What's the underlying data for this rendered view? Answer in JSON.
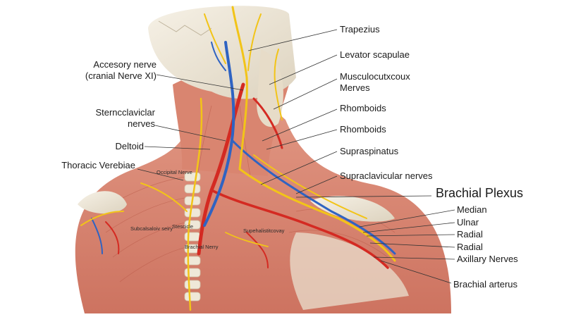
{
  "labels": {
    "trapezius": "Trapezius",
    "levator_scapulae": "Levator scapulae",
    "musculocutaneous_1": "Musculocutxcoux",
    "musculocutaneous_2": "Merves",
    "rhomboids_1": "Rhomboids",
    "rhomboids_2": "Rhomboids",
    "supraspinatus": "Supraspinatus",
    "supraclavicular_nerves": "Supraclavicular nerves",
    "brachial_plexus": "Brachial Plexus",
    "median": "Median",
    "ulnar": "Ulnar",
    "radial_1": "Radial",
    "radial_2": "Radial",
    "axillary_nerves": "Axillary Nerves",
    "brachial_arterus": "Brachial arterus",
    "accessory_nerve_1": "Accesory nerve",
    "accessory_nerve_2": "(cranial Nerve XI)",
    "sternoclavicular_1": "Sterncclaviclar",
    "sternoclavicular_2": "nerves",
    "deltoid": "Deltoid",
    "thoracic_vertebrae": "Thoracic Verebiae"
  },
  "inline_labels": {
    "occipital_nerve": "Occipital Nerve",
    "stescicle": "Stescicle",
    "suboccipital": "Subcalsaloiv seiry",
    "supehalistitory": "Supehalistitcovay",
    "brachial_nerve": "Brachial Nerry"
  },
  "colors": {
    "muscle": "#d9826c",
    "muscle_dark": "#b95a48",
    "bone": "#ece4d4",
    "nerve": "#f2c418",
    "artery": "#d42a22",
    "vein": "#2f63c2",
    "leader": "#333333"
  }
}
